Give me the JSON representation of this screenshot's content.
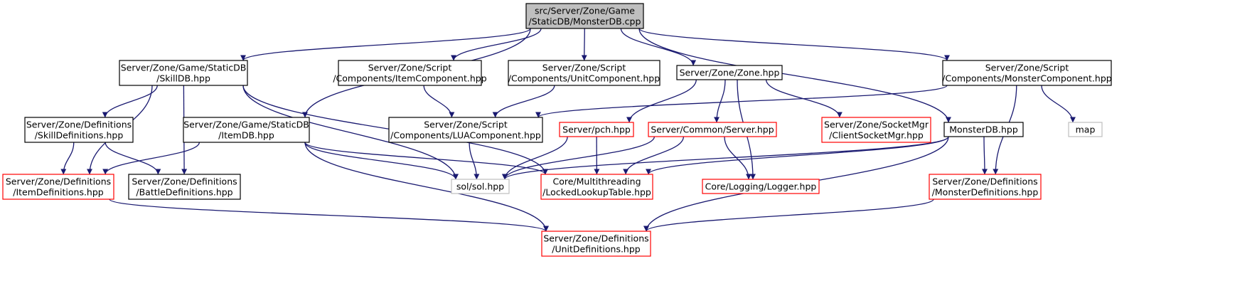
{
  "graph": {
    "nodes": [
      {
        "id": "monsterdb_cpp",
        "lines": [
          "src/Server/Zone/Game",
          "/StaticDB/MonsterDB.cpp"
        ],
        "style": "current"
      },
      {
        "id": "skilldb_hpp",
        "lines": [
          "Server/Zone/Game/StaticDB",
          "/SkillDB.hpp"
        ],
        "style": "normal"
      },
      {
        "id": "itemcomponent_hpp",
        "lines": [
          "Server/Zone/Script",
          "/Components/ItemComponent.hpp"
        ],
        "style": "normal"
      },
      {
        "id": "unitcomponent_hpp",
        "lines": [
          "Server/Zone/Script",
          "/Components/UnitComponent.hpp"
        ],
        "style": "normal"
      },
      {
        "id": "zone_hpp",
        "lines": [
          "Server/Zone/Zone.hpp"
        ],
        "style": "normal"
      },
      {
        "id": "monstercomponent_hpp",
        "lines": [
          "Server/Zone/Script",
          "/Components/MonsterComponent.hpp"
        ],
        "style": "normal"
      },
      {
        "id": "skilldefinitions_hpp",
        "lines": [
          "Server/Zone/Definitions",
          "/SkillDefinitions.hpp"
        ],
        "style": "normal"
      },
      {
        "id": "itemdb_hpp",
        "lines": [
          "Server/Zone/Game/StaticDB",
          "/ItemDB.hpp"
        ],
        "style": "normal"
      },
      {
        "id": "luacomponent_hpp",
        "lines": [
          "Server/Zone/Script",
          "/Components/LUAComponent.hpp"
        ],
        "style": "normal"
      },
      {
        "id": "pch_hpp",
        "lines": [
          "Server/pch.hpp"
        ],
        "style": "incomplete"
      },
      {
        "id": "server_hpp",
        "lines": [
          "Server/Common/Server.hpp"
        ],
        "style": "incomplete"
      },
      {
        "id": "clientsocketmgr_hpp",
        "lines": [
          "Server/Zone/SocketMgr",
          "/ClientSocketMgr.hpp"
        ],
        "style": "incomplete"
      },
      {
        "id": "monsterdb_hpp",
        "lines": [
          "MonsterDB.hpp"
        ],
        "style": "normal"
      },
      {
        "id": "map",
        "lines": [
          "map"
        ],
        "style": "external"
      },
      {
        "id": "itemdefinitions_hpp",
        "lines": [
          "Server/Zone/Definitions",
          "/ItemDefinitions.hpp"
        ],
        "style": "incomplete"
      },
      {
        "id": "battledefinitions_hpp",
        "lines": [
          "Server/Zone/Definitions",
          "/BattleDefinitions.hpp"
        ],
        "style": "normal"
      },
      {
        "id": "sol_hpp",
        "lines": [
          "sol/sol.hpp"
        ],
        "style": "external"
      },
      {
        "id": "lockedlookuptable_hpp",
        "lines": [
          "Core/Multithreading",
          "/LockedLookupTable.hpp"
        ],
        "style": "incomplete"
      },
      {
        "id": "logger_hpp",
        "lines": [
          "Core/Logging/Logger.hpp"
        ],
        "style": "incomplete"
      },
      {
        "id": "monsterdefinitions_hpp",
        "lines": [
          "Server/Zone/Definitions",
          "/MonsterDefinitions.hpp"
        ],
        "style": "incomplete"
      },
      {
        "id": "unitdefinitions_hpp",
        "lines": [
          "Server/Zone/Definitions",
          "/UnitDefinitions.hpp"
        ],
        "style": "incomplete"
      }
    ],
    "edges": [
      [
        "monsterdb_cpp",
        "skilldb_hpp"
      ],
      [
        "monsterdb_cpp",
        "itemdb_hpp"
      ],
      [
        "monsterdb_cpp",
        "itemcomponent_hpp"
      ],
      [
        "monsterdb_cpp",
        "unitcomponent_hpp"
      ],
      [
        "monsterdb_cpp",
        "zone_hpp"
      ],
      [
        "monsterdb_cpp",
        "monstercomponent_hpp"
      ],
      [
        "monsterdb_cpp",
        "monsterdb_hpp"
      ],
      [
        "skilldb_hpp",
        "skilldefinitions_hpp"
      ],
      [
        "skilldb_hpp",
        "itemdefinitions_hpp"
      ],
      [
        "skilldb_hpp",
        "battledefinitions_hpp"
      ],
      [
        "skilldb_hpp",
        "sol_hpp"
      ],
      [
        "skilldb_hpp",
        "lockedlookuptable_hpp"
      ],
      [
        "skilldefinitions_hpp",
        "itemdefinitions_hpp"
      ],
      [
        "skilldefinitions_hpp",
        "battledefinitions_hpp"
      ],
      [
        "itemdb_hpp",
        "itemdefinitions_hpp"
      ],
      [
        "itemdb_hpp",
        "sol_hpp"
      ],
      [
        "itemdb_hpp",
        "lockedlookuptable_hpp"
      ],
      [
        "itemdb_hpp",
        "unitdefinitions_hpp"
      ],
      [
        "itemcomponent_hpp",
        "luacomponent_hpp"
      ],
      [
        "unitcomponent_hpp",
        "luacomponent_hpp"
      ],
      [
        "luacomponent_hpp",
        "sol_hpp"
      ],
      [
        "zone_hpp",
        "pch_hpp"
      ],
      [
        "zone_hpp",
        "server_hpp"
      ],
      [
        "zone_hpp",
        "clientsocketmgr_hpp"
      ],
      [
        "zone_hpp",
        "logger_hpp"
      ],
      [
        "pch_hpp",
        "sol_hpp"
      ],
      [
        "pch_hpp",
        "lockedlookuptable_hpp"
      ],
      [
        "server_hpp",
        "sol_hpp"
      ],
      [
        "server_hpp",
        "lockedlookuptable_hpp"
      ],
      [
        "server_hpp",
        "logger_hpp"
      ],
      [
        "monstercomponent_hpp",
        "luacomponent_hpp"
      ],
      [
        "monstercomponent_hpp",
        "map"
      ],
      [
        "monstercomponent_hpp",
        "monsterdefinitions_hpp"
      ],
      [
        "monsterdb_hpp",
        "sol_hpp"
      ],
      [
        "monsterdb_hpp",
        "lockedlookuptable_hpp"
      ],
      [
        "monsterdb_hpp",
        "monsterdefinitions_hpp"
      ],
      [
        "monsterdb_hpp",
        "unitdefinitions_hpp"
      ],
      [
        "itemdefinitions_hpp",
        "unitdefinitions_hpp"
      ],
      [
        "monsterdefinitions_hpp",
        "unitdefinitions_hpp"
      ]
    ]
  },
  "colors": {
    "edge": "#191970",
    "current_fill": "#bfbfbf",
    "normal_border": "#000000",
    "incomplete_border": "#ff0000",
    "external_border": "#bfbfbf"
  }
}
